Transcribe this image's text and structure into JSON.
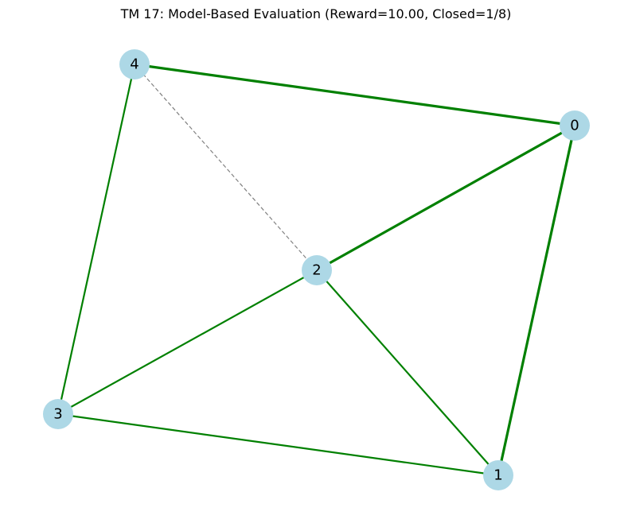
{
  "title": "TM 17: Model-Based Evaluation (Reward=10.00, Closed=1/8)",
  "colors": {
    "node_fill": "#add8e6",
    "edge_active": "#008000",
    "edge_inactive": "#808080",
    "label": "#000000",
    "background": "#ffffff"
  },
  "nodes": [
    {
      "id": "0",
      "label": "0"
    },
    {
      "id": "1",
      "label": "1"
    },
    {
      "id": "2",
      "label": "2"
    },
    {
      "id": "3",
      "label": "3"
    },
    {
      "id": "4",
      "label": "4"
    }
  ],
  "edges": [
    {
      "source": "4",
      "target": "0",
      "state": "open",
      "style": "solid-thick"
    },
    {
      "source": "2",
      "target": "0",
      "state": "open",
      "style": "solid-thick"
    },
    {
      "source": "0",
      "target": "1",
      "state": "open",
      "style": "solid-thick"
    },
    {
      "source": "4",
      "target": "3",
      "state": "open",
      "style": "solid"
    },
    {
      "source": "3",
      "target": "2",
      "state": "open",
      "style": "solid"
    },
    {
      "source": "2",
      "target": "1",
      "state": "open",
      "style": "solid"
    },
    {
      "source": "3",
      "target": "1",
      "state": "open",
      "style": "solid"
    },
    {
      "source": "4",
      "target": "2",
      "state": "closed",
      "style": "dashed"
    }
  ]
}
